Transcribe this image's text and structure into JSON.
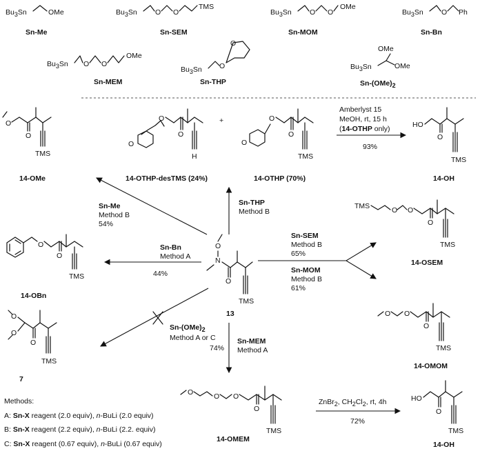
{
  "reagents": [
    {
      "formula": "Bu3Sn⌃OMe",
      "label": "Sn-Me"
    },
    {
      "formula": "Bu3Sn⌃O⌃O⌃TMS",
      "label": "Sn-SEM"
    },
    {
      "formula": "Bu3Sn⌃O⌃O⌃OMe",
      "label": "Sn-MOM"
    },
    {
      "formula": "Bu3Sn⌃O⌃Ph",
      "label": "Sn-Bn"
    },
    {
      "formula": "Bu3Sn⌃O⌃O⌃OMe",
      "label": "Sn-MEM"
    },
    {
      "formula": "Bu3Sn⌃O-THP",
      "label": "Sn-THP"
    },
    {
      "formula": "Bu3Sn-CH(OMe)2",
      "label": "Sn-(OMe)2"
    }
  ],
  "atoms": {
    "bu3sn": "Bu",
    "sub3": "3",
    "sn": "Sn",
    "o": "O",
    "ome": "OMe",
    "ph": "Ph",
    "tms": "TMS",
    "n": "N",
    "h": "H",
    "ho": "HO"
  },
  "products": {
    "ome": "14-OMe",
    "othp_destms": "14-OTHP-desTMS",
    "othp_destms_yield": "(24%)",
    "othp": "14-OTHP",
    "othp_yield": "(70%)",
    "plus": "+",
    "oh": "14-OH",
    "obn": "14-OBn",
    "start": "13",
    "osem": "14-OSEM",
    "omom": "14-OMOM",
    "seven": "7",
    "omem": "14-OMEM",
    "oh2": "14-OH"
  },
  "conditions": {
    "amberlyst_1": "Amberlyst 15",
    "amberlyst_2": "MeOH, rt, 15 h",
    "amberlyst_3_bold": "14-OTHP",
    "amberlyst_3_tail": " only)",
    "amberlyst_3_head": "(",
    "amberlyst_yield": "93%",
    "me_reagent": "Sn-Me",
    "me_method": "Method B",
    "me_yield": "54%",
    "thp_reagent": "Sn-THP",
    "thp_method": "Method B",
    "bn_reagent": "Sn-Bn",
    "bn_method": "Method A",
    "bn_yield": "44%",
    "sem_reagent": "Sn-SEM",
    "sem_method": "Method B",
    "sem_yield": "65%",
    "mom_reagent": "Sn-MOM",
    "mom_method": "Method B",
    "mom_yield": "61%",
    "ome2_reagent": "Sn-(OMe)",
    "ome2_sub": "2",
    "ome2_method": "Method A or C",
    "mem_yield": "74%",
    "mem_reagent": "Sn-MEM",
    "mem_method": "Method A",
    "zn_1": "ZnBr",
    "zn_sub": "2",
    "zn_2": ", CH",
    "zn_sub2": "2",
    "zn_3": "Cl",
    "zn_sub3": "2",
    "zn_4": ", rt, 4h",
    "zn_yield": "72%"
  },
  "methods": {
    "title": "Methods:",
    "a_prefix": "A: ",
    "a_bold": "Sn-X",
    "a_text": " reagent (2.0 equiv), ",
    "a_italic": "n",
    "a_tail": "-BuLi (2.0 equiv)",
    "b_prefix": "B: ",
    "b_bold": "Sn-X",
    "b_text": " reagent (2.2 equiv), ",
    "b_italic": "n",
    "b_tail": "-BuLi (2.2. equiv)",
    "c_prefix": "C: ",
    "c_bold": "Sn-X",
    "c_text": " reagent (0.67 equiv), ",
    "c_italic": "n",
    "c_tail": "-BuLi (0.67 equiv)"
  }
}
